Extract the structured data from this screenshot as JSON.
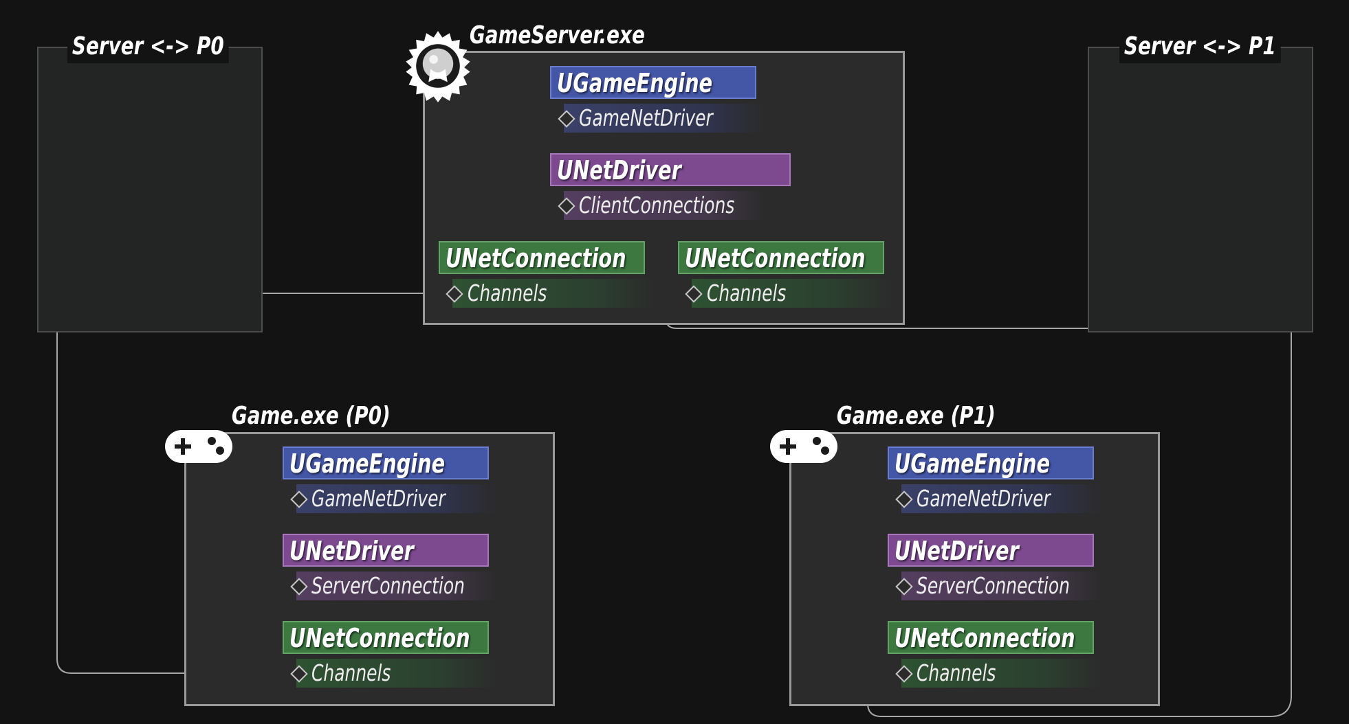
{
  "panels": {
    "p0_label": "Server <-> P0",
    "p1_label": "Server <-> P1"
  },
  "server": {
    "title": "GameServer.exe",
    "engine": "UGameEngine",
    "engine_prop": "GameNetDriver",
    "driver": "UNetDriver",
    "driver_prop": "ClientConnections",
    "conn_a": "UNetConnection",
    "conn_a_prop": "Channels",
    "conn_b": "UNetConnection",
    "conn_b_prop": "Channels"
  },
  "client0": {
    "title": "Game.exe (P0)",
    "engine": "UGameEngine",
    "engine_prop": "GameNetDriver",
    "driver": "UNetDriver",
    "driver_prop": "ServerConnection",
    "conn": "UNetConnection",
    "conn_prop": "Channels"
  },
  "client1": {
    "title": "Game.exe (P1)",
    "engine": "UGameEngine",
    "engine_prop": "GameNetDriver",
    "driver": "UNetDriver",
    "driver_prop": "ServerConnection",
    "conn": "UNetConnection",
    "conn_prop": "Channels"
  },
  "colors": {
    "background": "#131313",
    "engine": "#4456a6",
    "driver": "#7d4a90",
    "connection": "#3c7840",
    "wire": "#a8a8a8"
  },
  "icons": {
    "server": "award-badge-icon",
    "client": "gamepad-icon"
  }
}
